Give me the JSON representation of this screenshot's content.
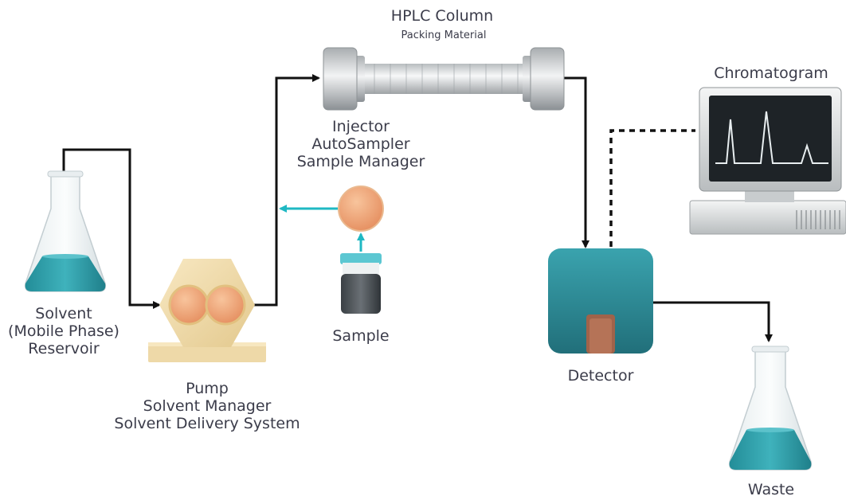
{
  "labels": {
    "column_title": "HPLC Column",
    "column_subtitle": "Packing Material",
    "injector": [
      "Injector",
      "AutoSampler",
      "Sample Manager"
    ],
    "chromatogram": "Chromatogram",
    "solvent": [
      "Solvent",
      "(Mobile Phase)",
      "Reservoir"
    ],
    "pump": [
      "Pump",
      "Solvent Manager",
      "Solvent Delivery System"
    ],
    "sample": "Sample",
    "detector": "Detector",
    "waste": "Waste"
  },
  "colors": {
    "flow_line": "#111111",
    "sample_arrow": "#1fb8c3",
    "liquid": "#2a9aa5",
    "detector_body": "#2f8f9b",
    "detector_window": "#a0634a",
    "pump_body": "#f2dba8",
    "pump_head": "#f0a878",
    "monitor_screen": "#1e2327",
    "trace": "#e8eef0"
  }
}
